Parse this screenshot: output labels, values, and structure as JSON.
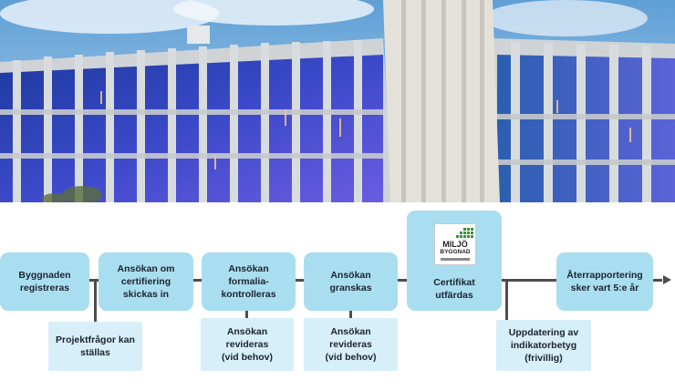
{
  "colors": {
    "main_box": "#a9def0",
    "sub_box": "#d7eff8",
    "connector": "#4d4d4d",
    "logo_green": "#3a8f35"
  },
  "photo": {
    "icon": "building-facade-photo"
  },
  "steps": [
    {
      "label": "Byggnaden\nregistreras"
    },
    {
      "label": "Ansökan om\ncertifiering\nskickas in"
    },
    {
      "label": "Ansökan\nformalia-\nkontrolleras"
    },
    {
      "label": "Ansökan\ngranskas"
    },
    {
      "label": "Certifikat\nutfärdas"
    },
    {
      "label": "Återrapportering\nsker vart 5:e år"
    }
  ],
  "sub_steps": [
    {
      "label": "Projektfrågor kan\nställas"
    },
    {
      "label": "Ansökan\nrevideras\n(vid behov)"
    },
    {
      "label": "Ansökan\nrevideras\n(vid behov)"
    },
    {
      "label": "Uppdatering av\nindikatorbetyg\n(frivillig)"
    }
  ],
  "logo": {
    "line1": "MILJÖ",
    "line2": "BYGGNAD"
  }
}
